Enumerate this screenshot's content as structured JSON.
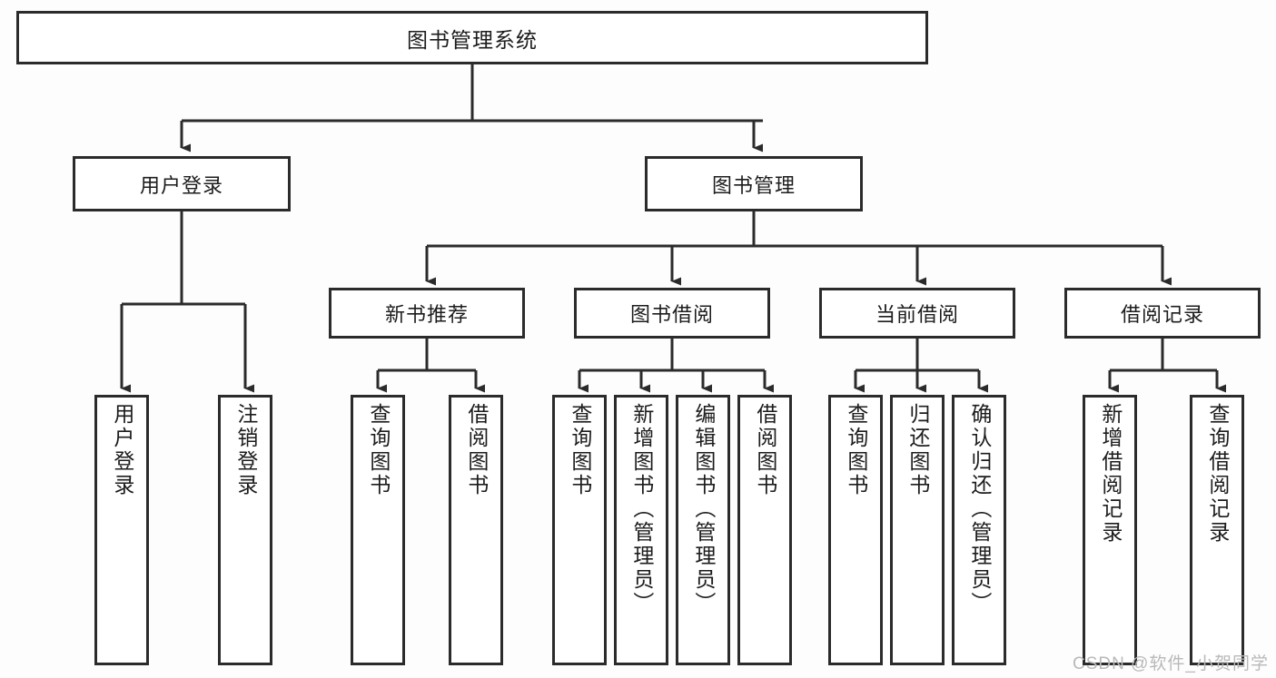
{
  "diagram": {
    "type": "tree-hierarchy",
    "title": "图书管理系统",
    "style": {
      "box_border": "#2b2b2b",
      "box_fill": "#ffffff",
      "line": "#2b2b2b",
      "text": "#1c1c1c"
    },
    "levels": {
      "root": {
        "label": "图书管理系统"
      },
      "level2": [
        {
          "label": "用户登录"
        },
        {
          "label": "图书管理"
        }
      ],
      "level3": [
        {
          "label": "新书推荐"
        },
        {
          "label": "图书借阅"
        },
        {
          "label": "当前借阅"
        },
        {
          "label": "借阅记录"
        }
      ],
      "leaves": [
        {
          "label": "用户登录",
          "parent": "用户登录"
        },
        {
          "label": "注销登录",
          "parent": "用户登录"
        },
        {
          "label": "查询图书",
          "parent": "新书推荐"
        },
        {
          "label": "借阅图书",
          "parent": "新书推荐"
        },
        {
          "label": "查询图书",
          "parent": "图书借阅"
        },
        {
          "label": "新增图书（管理员）",
          "parent": "图书借阅"
        },
        {
          "label": "编辑图书（管理员）",
          "parent": "图书借阅"
        },
        {
          "label": "借阅图书",
          "parent": "图书借阅"
        },
        {
          "label": "查询图书",
          "parent": "当前借阅"
        },
        {
          "label": "归还图书",
          "parent": "当前借阅"
        },
        {
          "label": "确认归还（管理员）",
          "parent": "当前借阅"
        },
        {
          "label": "新增借阅记录",
          "parent": "借阅记录"
        },
        {
          "label": "查询借阅记录",
          "parent": "借阅记录"
        }
      ]
    }
  },
  "watermark": {
    "text": "CSDN @软件_小贺同学"
  }
}
